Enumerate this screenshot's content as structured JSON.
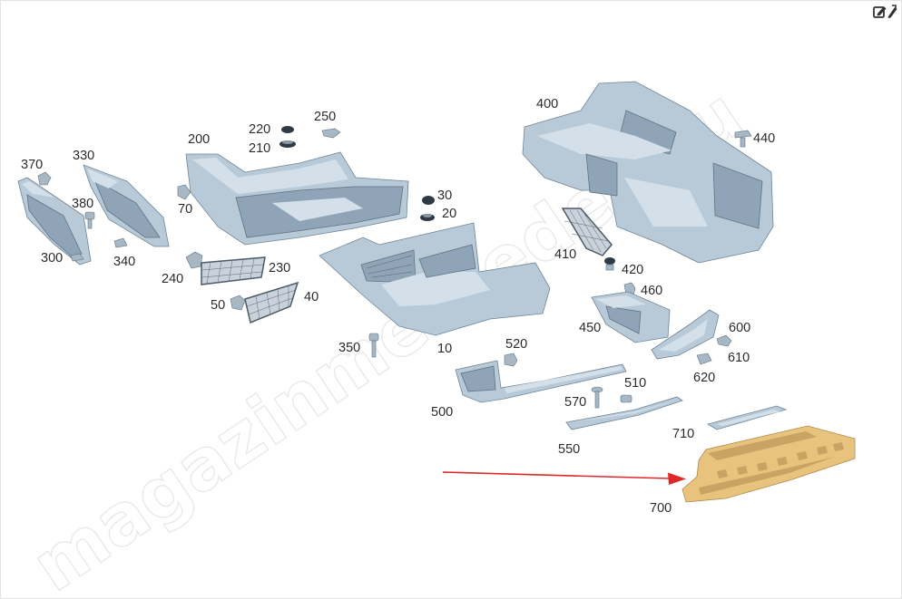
{
  "watermark": "magazinmercedes.ru",
  "labels": {
    "l10": "10",
    "l20": "20",
    "l30": "30",
    "l40": "40",
    "l50": "50",
    "l70": "70",
    "l200": "200",
    "l210": "210",
    "l220": "220",
    "l230": "230",
    "l240": "240",
    "l250": "250",
    "l300": "300",
    "l330": "330",
    "l340": "340",
    "l350": "350",
    "l370": "370",
    "l380": "380",
    "l400": "400",
    "l410": "410",
    "l420": "420",
    "l440": "440",
    "l450": "450",
    "l460": "460",
    "l500": "500",
    "l510": "510",
    "l520": "520",
    "l550": "550",
    "l570": "570",
    "l600": "600",
    "l610": "610",
    "l620": "620",
    "l700": "700",
    "l710": "710"
  },
  "highlight_color": "#e8c37d",
  "arrow_color": "#e0282a",
  "icons": {
    "edit": "edit-icon",
    "copy": "copy-icon"
  }
}
